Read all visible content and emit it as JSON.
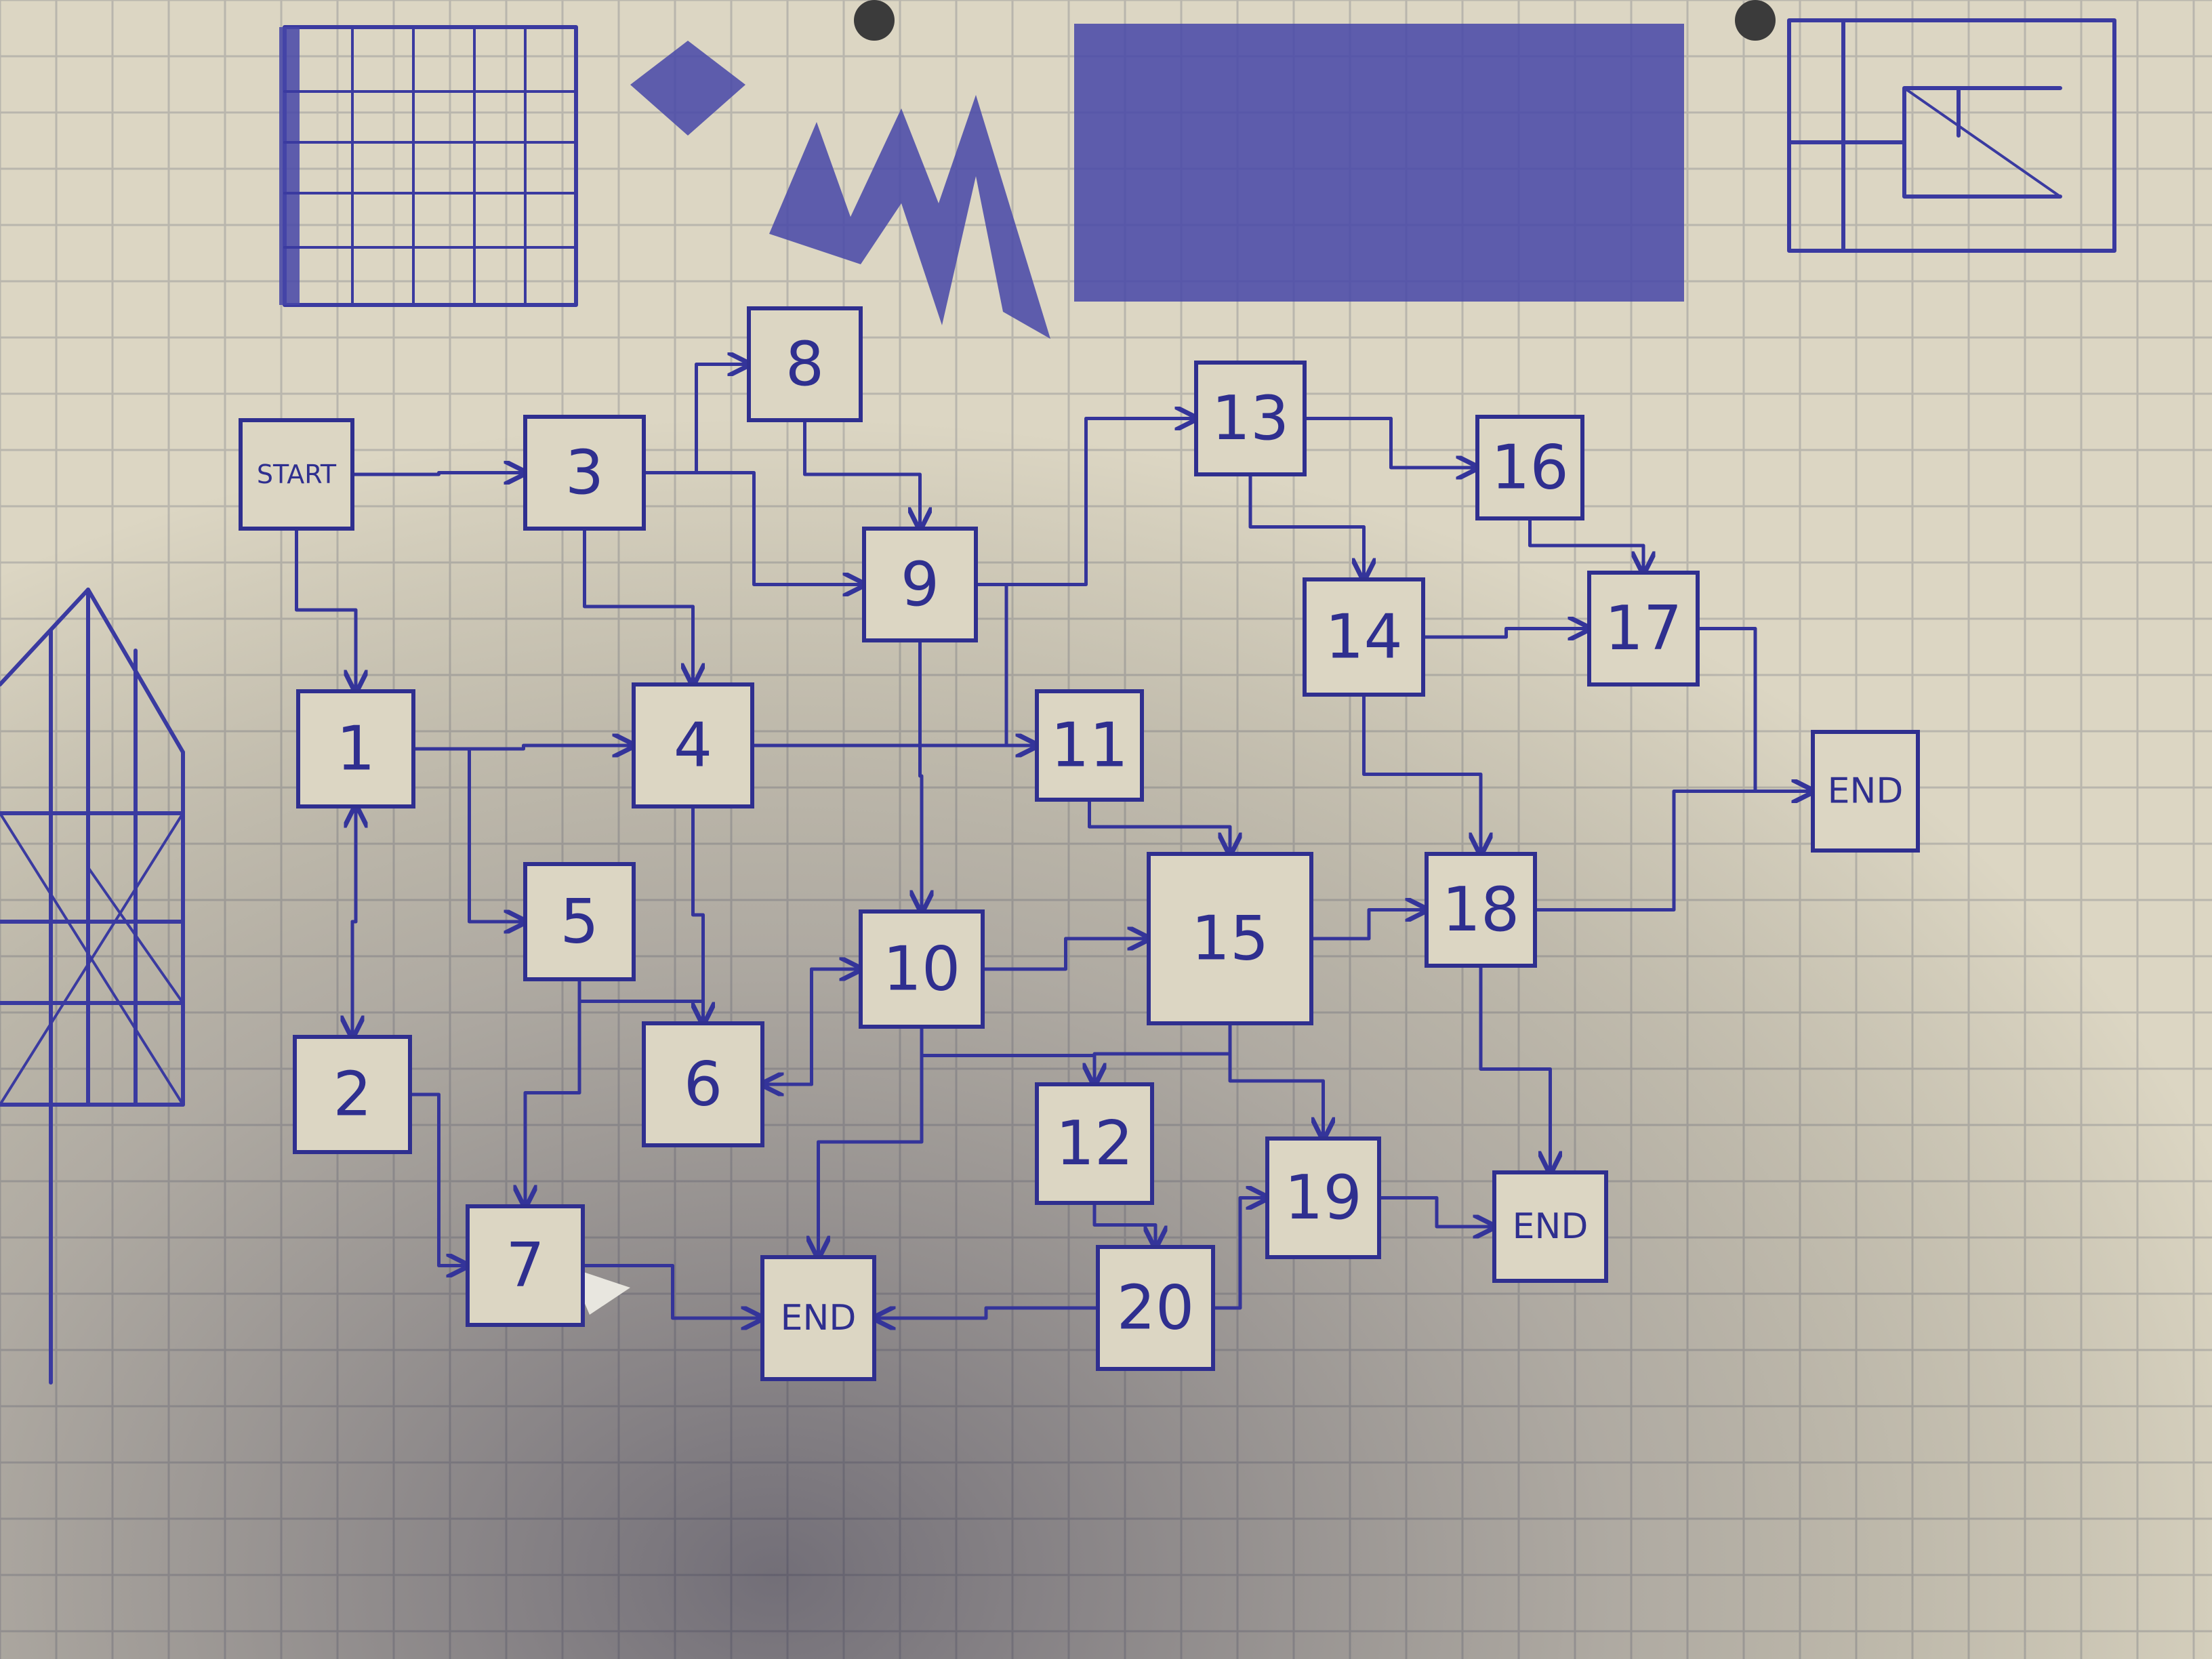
{
  "nodes": [
    {
      "id": "start",
      "label": "START"
    },
    {
      "id": "n1",
      "label": "1"
    },
    {
      "id": "n2",
      "label": "2"
    },
    {
      "id": "n3",
      "label": "3"
    },
    {
      "id": "n4",
      "label": "4"
    },
    {
      "id": "n5",
      "label": "5"
    },
    {
      "id": "n6",
      "label": "6"
    },
    {
      "id": "n7",
      "label": "7"
    },
    {
      "id": "n8",
      "label": "8"
    },
    {
      "id": "n9",
      "label": "9"
    },
    {
      "id": "n10",
      "label": "10"
    },
    {
      "id": "n11",
      "label": "11"
    },
    {
      "id": "n12",
      "label": "12"
    },
    {
      "id": "n13",
      "label": "13"
    },
    {
      "id": "n14",
      "label": "14"
    },
    {
      "id": "n15",
      "label": "15"
    },
    {
      "id": "n16",
      "label": "16"
    },
    {
      "id": "n17",
      "label": "17"
    },
    {
      "id": "n18",
      "label": "18"
    },
    {
      "id": "n19",
      "label": "19"
    },
    {
      "id": "n20",
      "label": "20"
    },
    {
      "id": "end_a",
      "label": "END"
    },
    {
      "id": "end_b",
      "label": "END"
    },
    {
      "id": "end_c",
      "label": "END"
    }
  ],
  "edges": [
    {
      "from": "start",
      "to": "n3"
    },
    {
      "from": "start",
      "to": "n1"
    },
    {
      "from": "n3",
      "to": "n8"
    },
    {
      "from": "n3",
      "to": "n9"
    },
    {
      "from": "n3",
      "to": "n4"
    },
    {
      "from": "n8",
      "to": "n9"
    },
    {
      "from": "n9",
      "to": "n13"
    },
    {
      "from": "n9",
      "to": "n11"
    },
    {
      "from": "n9",
      "to": "n10"
    },
    {
      "from": "n1",
      "to": "n4"
    },
    {
      "from": "n1",
      "to": "n5"
    },
    {
      "from": "n1",
      "to": "n2"
    },
    {
      "from": "n2",
      "to": "n1"
    },
    {
      "from": "n2",
      "to": "n7"
    },
    {
      "from": "n4",
      "to": "n11"
    },
    {
      "from": "n4",
      "to": "n6"
    },
    {
      "from": "n5",
      "to": "n6"
    },
    {
      "from": "n5",
      "to": "n7"
    },
    {
      "from": "n6",
      "to": "n10"
    },
    {
      "from": "n7",
      "to": "end_a"
    },
    {
      "from": "n10",
      "to": "n15"
    },
    {
      "from": "n10",
      "to": "n12"
    },
    {
      "from": "n10",
      "to": "n6"
    },
    {
      "from": "n10",
      "to": "end_a"
    },
    {
      "from": "n11",
      "to": "n15"
    },
    {
      "from": "n12",
      "to": "n20"
    },
    {
      "from": "n13",
      "to": "n14"
    },
    {
      "from": "n13",
      "to": "n16"
    },
    {
      "from": "n14",
      "to": "n17"
    },
    {
      "from": "n14",
      "to": "n18"
    },
    {
      "from": "n16",
      "to": "n17"
    },
    {
      "from": "n17",
      "to": "end_b"
    },
    {
      "from": "n15",
      "to": "n18"
    },
    {
      "from": "n15",
      "to": "n12"
    },
    {
      "from": "n15",
      "to": "n19"
    },
    {
      "from": "n18",
      "to": "end_b"
    },
    {
      "from": "n18",
      "to": "end_c"
    },
    {
      "from": "n19",
      "to": "end_c"
    },
    {
      "from": "n20",
      "to": "end_a"
    },
    {
      "from": "n20",
      "to": "n19"
    }
  ]
}
